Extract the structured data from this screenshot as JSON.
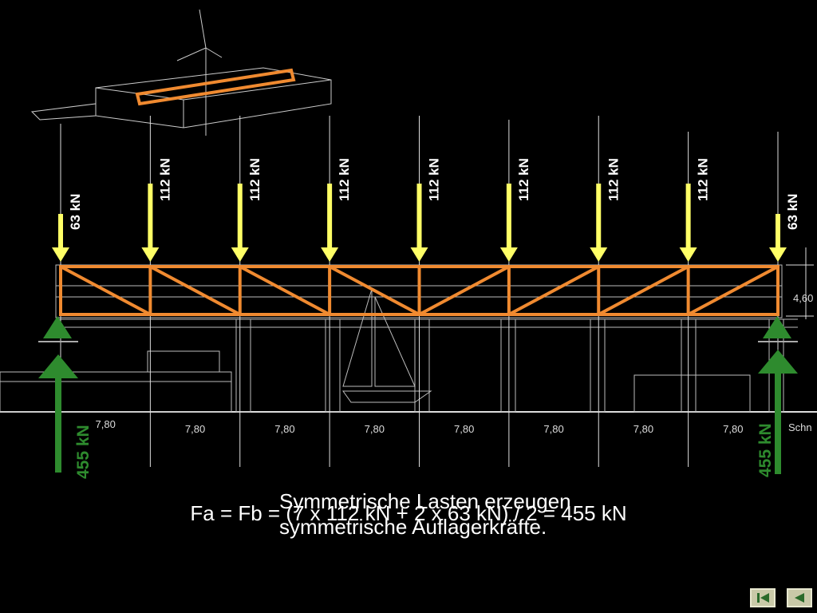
{
  "loads": [
    {
      "label": "63 kN",
      "kind": "end"
    },
    {
      "label": "112 kN",
      "kind": "mid"
    },
    {
      "label": "112 kN",
      "kind": "mid"
    },
    {
      "label": "112 kN",
      "kind": "mid"
    },
    {
      "label": "112 kN",
      "kind": "mid"
    },
    {
      "label": "112 kN",
      "kind": "mid"
    },
    {
      "label": "112 kN",
      "kind": "mid"
    },
    {
      "label": "112 kN",
      "kind": "mid"
    },
    {
      "label": "63 kN",
      "kind": "end"
    }
  ],
  "spans": [
    "7,80",
    "7,80",
    "7,80",
    "7,80",
    "7,80",
    "7,80",
    "7,80",
    "7,80"
  ],
  "height_label": "4,60",
  "reactions": {
    "left": "455 kN",
    "right": "455 kN"
  },
  "building_text": "Schn",
  "formula": "Fa = Fb = (7 x 112 kN + 2 x 63 kN) / 2 = 455 kN",
  "note": "Symmetrische Lasten erzeugen symmetrische Auflagerkräfte.",
  "nav": {
    "first": "first-slide-icon",
    "back": "previous-slide-icon"
  },
  "colors": {
    "truss": "#f08a30",
    "load_arrow": "#ffff66",
    "reaction": "#2e8b2e",
    "background": "#000000"
  }
}
